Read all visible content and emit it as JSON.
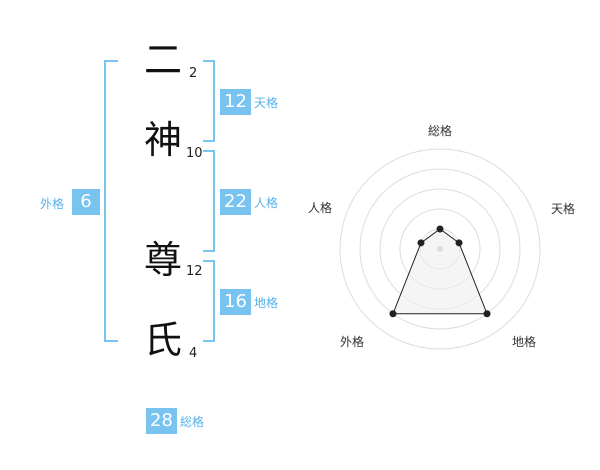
{
  "name": {
    "chars": [
      "二",
      "神",
      "尊",
      "氏"
    ],
    "strokes": [
      "2",
      "10",
      "12",
      "4"
    ]
  },
  "scores": {
    "tenkaku": {
      "label": "天格",
      "value": "12"
    },
    "jinkaku": {
      "label": "人格",
      "value": "22"
    },
    "chikaku": {
      "label": "地格",
      "value": "16"
    },
    "gaikaku": {
      "label": "外格",
      "value": "6"
    },
    "soukaku": {
      "label": "総格",
      "value": "28"
    }
  },
  "radar": {
    "labels": {
      "top": "総格",
      "right": "天格",
      "bottom_right": "地格",
      "bottom_left": "外格",
      "left": "人格"
    },
    "levels": 5,
    "values": [
      1,
      1,
      4,
      4,
      1
    ]
  },
  "colors": {
    "accent": "#78c3f0",
    "accent_text": "#55b3ec",
    "radar_fill": "#eeeeee"
  }
}
